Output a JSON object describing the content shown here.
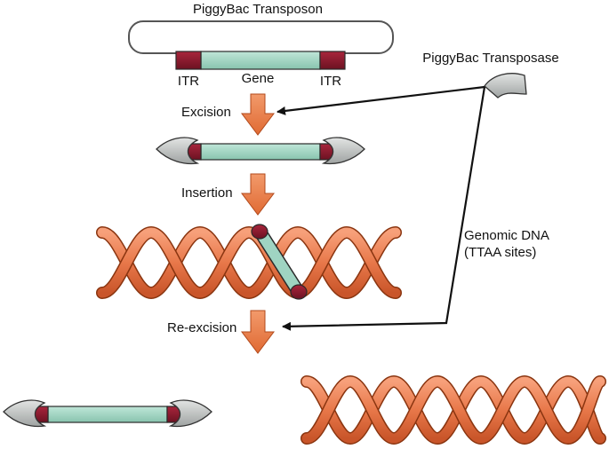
{
  "diagram": {
    "title": "PiggyBac Transposon",
    "labels": {
      "itr_left": "ITR",
      "gene": "Gene",
      "itr_right": "ITR",
      "transposase": "PiggyBac Transposase",
      "excision": "Excision",
      "insertion": "Insertion",
      "reexcision": "Re-excision",
      "genomic_dna_line1": "Genomic DNA",
      "genomic_dna_line2": "(TTAA sites)"
    }
  },
  "colors": {
    "gene": "#9fd4c2",
    "itr": "#8b1a2e",
    "dna": "#e8784a",
    "arrow": "#ee7d45",
    "transposase": "#b9bcbb",
    "outline": "#2a2a2a"
  }
}
